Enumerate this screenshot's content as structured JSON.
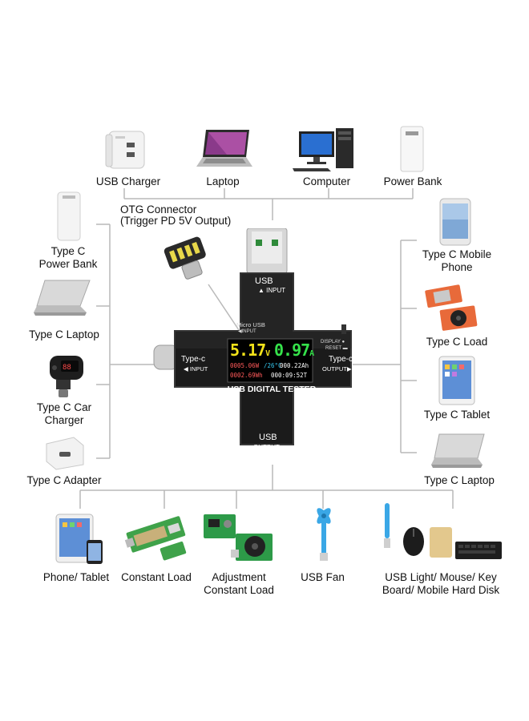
{
  "top_row": {
    "items": [
      {
        "id": "usb-charger",
        "label": "USB Charger"
      },
      {
        "id": "laptop",
        "label": "Laptop"
      },
      {
        "id": "computer",
        "label": "Computer"
      },
      {
        "id": "power-bank",
        "label": "Power Bank"
      }
    ]
  },
  "otg": {
    "line1": "OTG Connector",
    "line2": "(Trigger PD 5V Output)"
  },
  "left_col": {
    "items": [
      {
        "id": "type-c-power-bank",
        "line1": "Type C",
        "line2": "Power Bank"
      },
      {
        "id": "type-c-laptop-left",
        "line1": "Type C Laptop",
        "line2": ""
      },
      {
        "id": "type-c-car-charger",
        "line1": "Type C Car",
        "line2": "Charger"
      },
      {
        "id": "type-c-adapter",
        "line1": "Type C Adapter",
        "line2": ""
      }
    ]
  },
  "right_col": {
    "items": [
      {
        "id": "type-c-mobile-phone",
        "line1": "Type C Mobile",
        "line2": "Phone"
      },
      {
        "id": "type-c-load",
        "line1": "Type C Load",
        "line2": ""
      },
      {
        "id": "type-c-tablet",
        "line1": "Type C Tablet",
        "line2": ""
      },
      {
        "id": "type-c-laptop-right",
        "line1": "Type C Laptop",
        "line2": ""
      }
    ]
  },
  "bottom_row": {
    "items": [
      {
        "id": "phone-tablet",
        "line1": "Phone/ Tablet",
        "line2": ""
      },
      {
        "id": "constant-load",
        "line1": "Constant Load",
        "line2": ""
      },
      {
        "id": "adjustment-constant-load",
        "line1": "Adjustment",
        "line2": "Constant Load"
      },
      {
        "id": "usb-fan",
        "line1": "USB Fan",
        "line2": ""
      },
      {
        "id": "usb-light",
        "line1": "USB Light/ Mouse/ Key",
        "line2": "Board/ Mobile Hard Disk"
      }
    ]
  },
  "tester": {
    "usb_top": "USB",
    "input_top": "INPUT",
    "micro_usb": "Micro USB",
    "micro_input": "INPUT",
    "typec_left": "Type-c",
    "input_left": "INPUT",
    "display": "DISPLAY",
    "reset": "RESET",
    "typec_right": "Type-c",
    "output_right": "OUTPUT",
    "usb_bottom": "USB",
    "output_bottom": "OUTPUT",
    "name": "USB DIGITAL TESTER",
    "screen": {
      "voltage": "5.17",
      "voltage_unit": "V",
      "current": "0.97",
      "current_unit": "A",
      "power": "0005.06W",
      "temp": "26°C",
      "capacity": "000.22Ah",
      "energy": "0002.69Wh",
      "time": "000:09:52T"
    },
    "colors": {
      "voltage": "#f2e21a",
      "current": "#35e14a",
      "power": "#ff5a5a",
      "temp": "#35c8f0",
      "white": "#ffffff"
    }
  }
}
